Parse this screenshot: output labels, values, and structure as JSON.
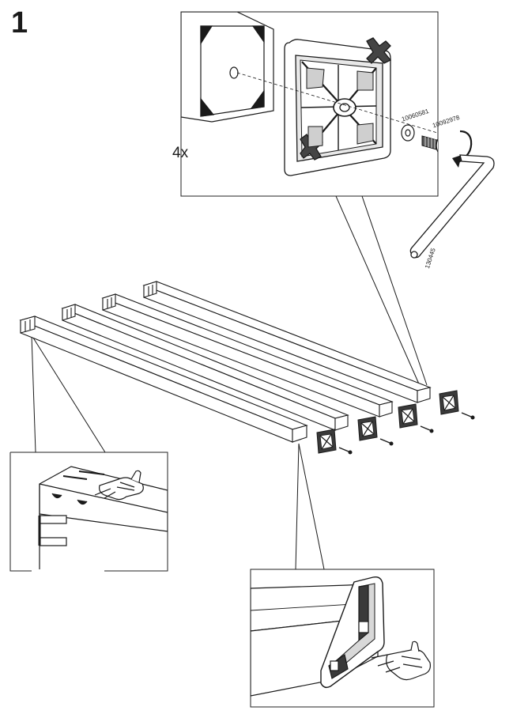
{
  "step": {
    "number": "1"
  },
  "detail_top": {
    "quantity": "4x"
  },
  "parts": {
    "washer_article": "10060581",
    "screw_article": "10092978",
    "allen_key_article": "130445"
  },
  "colors": {
    "ink": "#1a1a1a",
    "shade": "#3a3a3a",
    "panel_border": "#222222"
  },
  "icons": [
    "pointing-hand-icon",
    "rotate-arrow-icon",
    "allen-key-icon"
  ]
}
